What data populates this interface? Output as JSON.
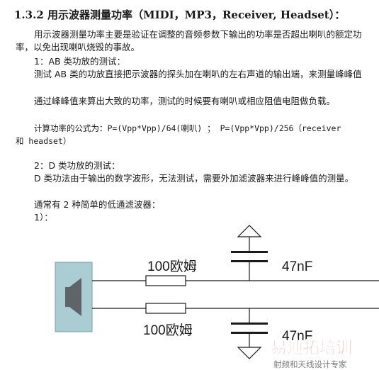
{
  "section": {
    "number": "1.3.2",
    "title": "用示波器测量功率（MIDI，MP3，Receiver, Headset）："
  },
  "paragraphs": {
    "intro": "用示波器测量功率主要是验证在调整的音频参数下输出的功率是否超出喇叭的额定功率，以免出现喇叭烧毁的事故。",
    "ab_heading": "1：AB 类功放的测试：",
    "ab_method": "测试 AB 类的功放直接把示波器的探头加在喇叭的左右声道的输出端，来测量峰峰值",
    "ab_calc": "通过峰峰值来算出大致的功率，测试的时候要有喇叭或相应阻值电阻做负载。",
    "formula_line1": "计算功率的公式为：P=(Vpp*Vpp)/64(喇叭)  ；  P=(Vpp*Vpp)/256（receiver",
    "formula_line2": "和 headset）",
    "d_heading": "2：D 类功放的测试：",
    "d_method": "D 类功法由于输出的数字波形，无法测试，需要外加滤波器来进行峰峰值的测量。",
    "filters_intro": "通常有 2 种简单的低通滤波器：",
    "item_1": "1）："
  },
  "diagram": {
    "resistor_top_label": "100欧姆",
    "resistor_bottom_label": "100欧姆",
    "capacitor_top_label": "47nF",
    "capacitor_bottom_label": "47nF",
    "speaker_icon": "speaker-icon",
    "ground_icon": "ground-triangle-icon"
  },
  "watermark": {
    "brand": "易迪拓培训",
    "tagline": "射频和天线设计专家",
    "color": "#c0392b"
  }
}
